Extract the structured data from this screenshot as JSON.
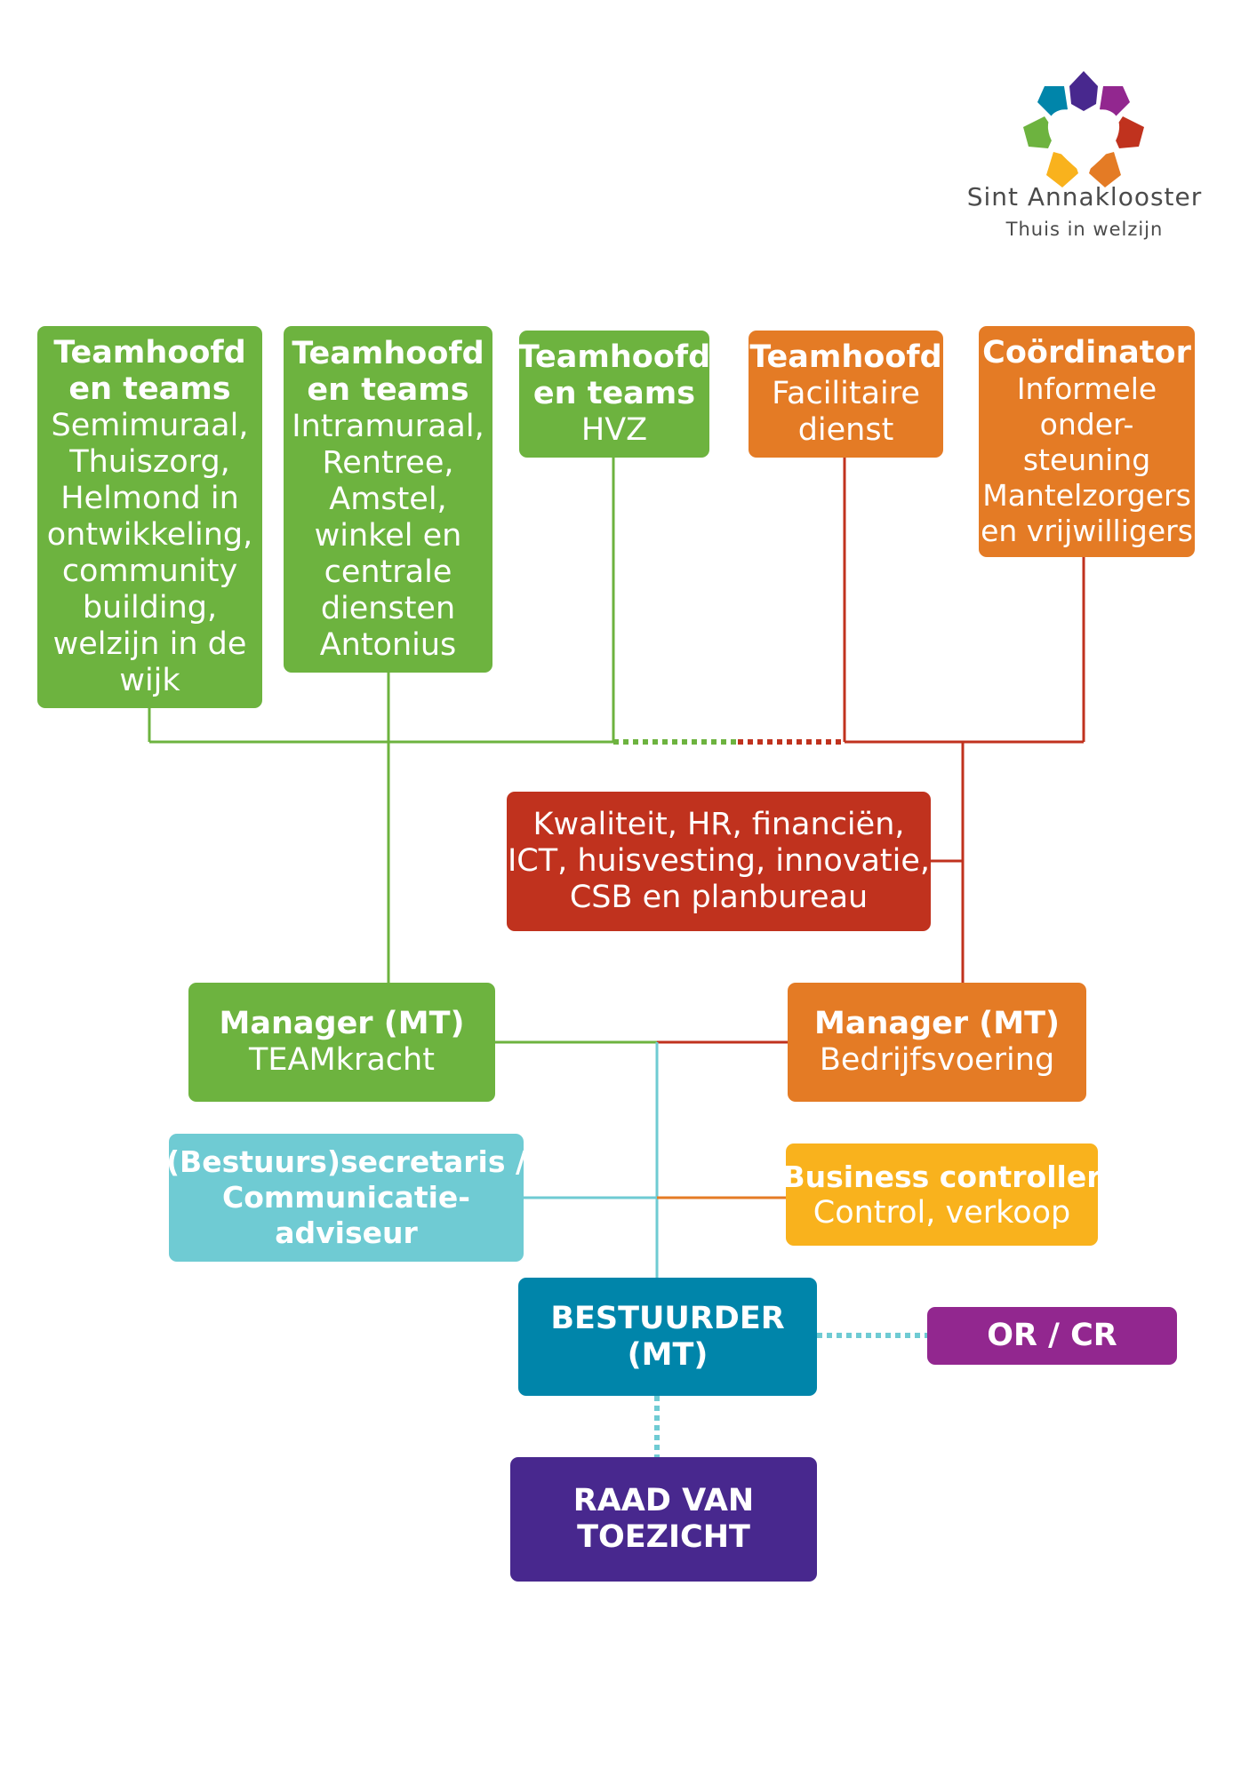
{
  "brand": {
    "name": "Sint Annaklooster",
    "tagline": "Thuis in welzijn"
  },
  "colors": {
    "green": "#6DB33F",
    "orange": "#E47B25",
    "red": "#C0321E",
    "light_blue": "#6FCBD3",
    "yellow": "#F9B21D",
    "teal": "#0085AA",
    "purple": "#92278F",
    "dark_purple": "#48288E"
  },
  "boxes": {
    "semimuraal": {
      "title_lines": [
        "Teamhoofd",
        "en teams"
      ],
      "body_lines": [
        "Semimuraal,",
        "Thuiszorg,",
        "Helmond in",
        "ontwikkeling,",
        "community",
        "building,",
        "welzijn in de",
        "wijk"
      ]
    },
    "intramuraal": {
      "title_lines": [
        "Teamhoofd",
        "en teams"
      ],
      "body_lines": [
        "Intramuraal,",
        "Rentree,",
        "Amstel,",
        "winkel en",
        "centrale",
        "diensten",
        "Antonius"
      ]
    },
    "hvz": {
      "title_lines": [
        "Teamhoofd",
        "en teams"
      ],
      "body_lines": [
        "HVZ"
      ]
    },
    "facilitaire": {
      "title_lines": [
        "Teamhoofd"
      ],
      "body_lines": [
        "Facilitaire",
        "dienst"
      ]
    },
    "coordinator": {
      "title_lines": [
        "Coördinator"
      ],
      "body_lines": [
        "Informele",
        "onder-",
        "steuning",
        "Mantelzorgers",
        "en vrijwilligers"
      ]
    },
    "kwaliteit": {
      "body_lines": [
        "Kwaliteit, HR, financiën,",
        "ICT, huisvesting, innovatie,",
        "CSB en planbureau"
      ]
    },
    "manager_team": {
      "title_lines": [
        "Manager (MT)"
      ],
      "body_lines": [
        "TEAMkracht"
      ]
    },
    "manager_bedrijf": {
      "title_lines": [
        "Manager (MT)"
      ],
      "body_lines": [
        "Bedrijfsvoering"
      ]
    },
    "secretaris": {
      "title_lines": [
        "(Bestuurs)secretaris /",
        "Communicatie-",
        "adviseur"
      ]
    },
    "controller": {
      "title_lines": [
        "Business controller"
      ],
      "body_lines": [
        "Control, verkoop"
      ]
    },
    "bestuurder": {
      "title_lines": [
        "BESTUURDER",
        "(MT)"
      ]
    },
    "or_cr": {
      "title_lines": [
        "OR / CR"
      ]
    },
    "raad": {
      "title_lines": [
        "RAAD VAN",
        "TOEZICHT"
      ]
    }
  }
}
